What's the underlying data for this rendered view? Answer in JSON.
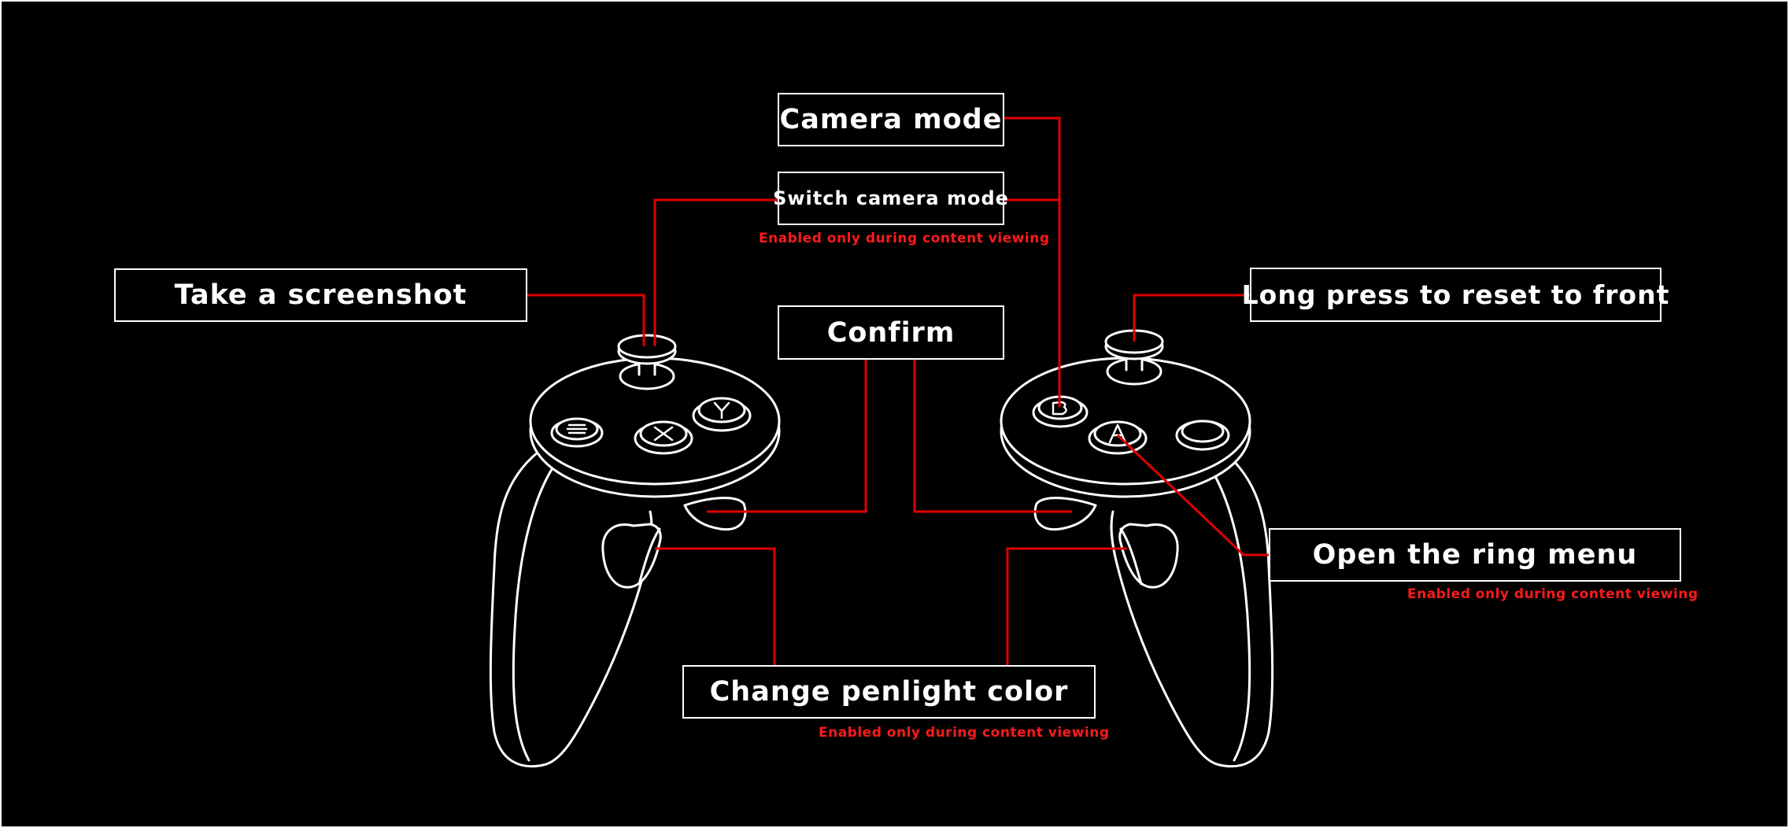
{
  "labels": {
    "camera_mode": "Camera mode",
    "switch_camera_mode": "Switch camera mode",
    "take_screenshot": "Take a screenshot",
    "confirm": "Confirm",
    "long_press_reset": "Long press to reset to front",
    "open_ring_menu": "Open the ring menu",
    "change_penlight_color": "Change penlight color"
  },
  "notes": {
    "switch_camera_mode": "Enabled only during content viewing",
    "open_ring_menu": "Enabled only during content viewing",
    "change_penlight_color": "Enabled only during content viewing"
  },
  "buttons": {
    "left_menu": "≡",
    "left_x": "X",
    "left_y": "Y",
    "right_b": "B",
    "right_a": "A"
  },
  "colors": {
    "background": "#000000",
    "outline": "#ffffff",
    "callout_line": "#e00000",
    "note_text": "#ff1a1a"
  }
}
